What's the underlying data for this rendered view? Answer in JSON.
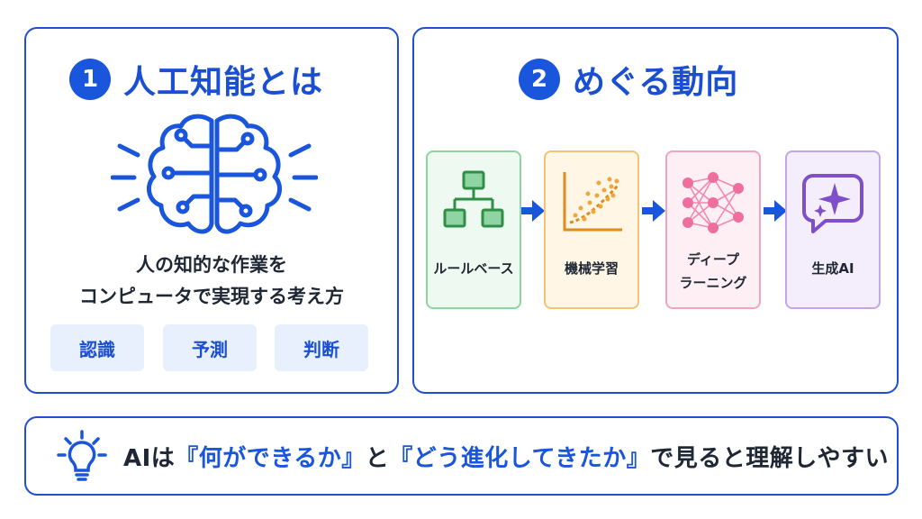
{
  "left_panel": {
    "number": "1",
    "title": "人工知能とは",
    "description_line1": "人の知的な作業を",
    "description_line2": "コンピュータで実現する考え方",
    "tags": [
      "認識",
      "予測",
      "判断"
    ],
    "icon": "brain-circuit-icon"
  },
  "right_panel": {
    "number": "2",
    "title": "めぐる動向",
    "cards": [
      {
        "label": "ルールベース",
        "icon": "flowchart-icon"
      },
      {
        "label": "機械学習",
        "icon": "scatter-plot-icon"
      },
      {
        "label_line1": "ディープ",
        "label_line2": "ラーニング",
        "icon": "neural-network-icon"
      },
      {
        "label": "生成AI",
        "icon": "sparkle-chat-icon"
      }
    ],
    "arrow_icon": "arrow-right-icon"
  },
  "bottom": {
    "icon": "lightbulb-icon",
    "text_parts": [
      "AIは",
      "『何ができるか』",
      "と",
      "『どう進化してきたか』",
      "で見ると理解しやすい"
    ]
  },
  "colors": {
    "primary_blue": "#1a56db",
    "green_card": "#eefaf1",
    "orange_card": "#fff6e6",
    "pink_card": "#fdeff4",
    "purple_card": "#f4eefc"
  }
}
